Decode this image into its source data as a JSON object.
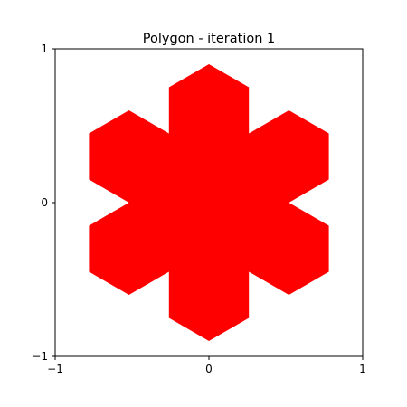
{
  "chart_data": {
    "type": "polygon",
    "title": "Polygon - iteration 1",
    "xlabel": "",
    "ylabel": "",
    "xlim": [
      -1,
      1
    ],
    "ylim": [
      -1,
      1
    ],
    "grid": false,
    "fill_color": "#ff0000",
    "x_ticks": [
      {
        "value": -1,
        "label": "−1"
      },
      {
        "value": 0,
        "label": "0"
      },
      {
        "value": 1,
        "label": "1"
      }
    ],
    "y_ticks": [
      {
        "value": -1,
        "label": "−1"
      },
      {
        "value": 0,
        "label": "0"
      },
      {
        "value": 1,
        "label": "1"
      }
    ],
    "polygon": [
      [
        0.0,
        0.9
      ],
      [
        0.26,
        0.75
      ],
      [
        0.26,
        0.45
      ],
      [
        0.52,
        0.6
      ],
      [
        0.78,
        0.45
      ],
      [
        0.78,
        0.15
      ],
      [
        0.52,
        0.0
      ],
      [
        0.78,
        -0.15
      ],
      [
        0.78,
        -0.45
      ],
      [
        0.52,
        -0.6
      ],
      [
        0.26,
        -0.45
      ],
      [
        0.26,
        -0.75
      ],
      [
        0.0,
        -0.9
      ],
      [
        -0.26,
        -0.75
      ],
      [
        -0.26,
        -0.45
      ],
      [
        -0.52,
        -0.6
      ],
      [
        -0.78,
        -0.45
      ],
      [
        -0.78,
        -0.15
      ],
      [
        -0.52,
        0.0
      ],
      [
        -0.78,
        0.15
      ],
      [
        -0.78,
        0.45
      ],
      [
        -0.52,
        0.6
      ],
      [
        -0.26,
        0.45
      ],
      [
        -0.26,
        0.75
      ]
    ]
  }
}
